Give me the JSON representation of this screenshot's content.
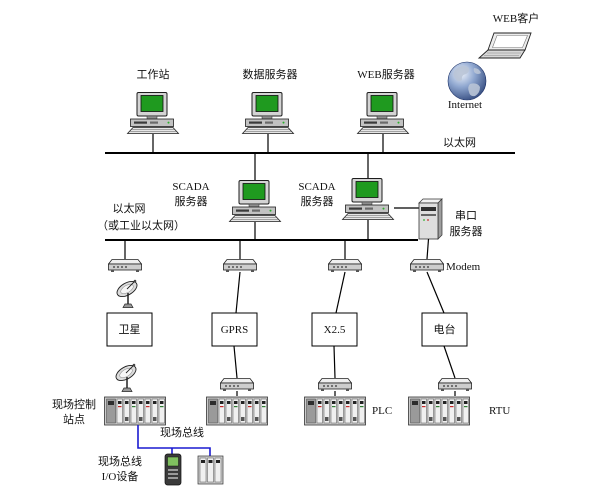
{
  "diagram": {
    "web_client": "WEB客户",
    "internet": "Internet",
    "top_nodes": [
      "工作站",
      "数据服务器",
      "WEB服务器"
    ],
    "ethernet": "以太网",
    "scada_servers": [
      {
        "line1": "SCADA",
        "line2": "服务器"
      },
      {
        "line1": "SCADA",
        "line2": "服务器"
      }
    ],
    "industrial_ethernet": {
      "line1": "以太网",
      "line2": "（或工业以太网）"
    },
    "serial_server": {
      "line1": "串口",
      "line2": "服务器"
    },
    "modem": "Modem",
    "channels": [
      "卫星",
      "GPRS",
      "X2.5",
      "电台"
    ],
    "field_station": {
      "line1": "现场控制",
      "line2": "站点"
    },
    "field_bus": "现场总线",
    "plc": "PLC",
    "rtu": "RTU",
    "fieldbus_io": {
      "line1": "现场总线",
      "line2": "I/O设备"
    }
  },
  "icons": [
    "laptop-icon",
    "globe-icon",
    "computer-icon",
    "serial-server-icon",
    "modem-icon",
    "satellite-dish-icon",
    "plc-rack-icon",
    "handheld-terminal-icon",
    "io-module-icon"
  ],
  "colors": {
    "screen": "#1f9a1f",
    "field_bus": "#1a1ad0",
    "network_line": "#000000"
  }
}
